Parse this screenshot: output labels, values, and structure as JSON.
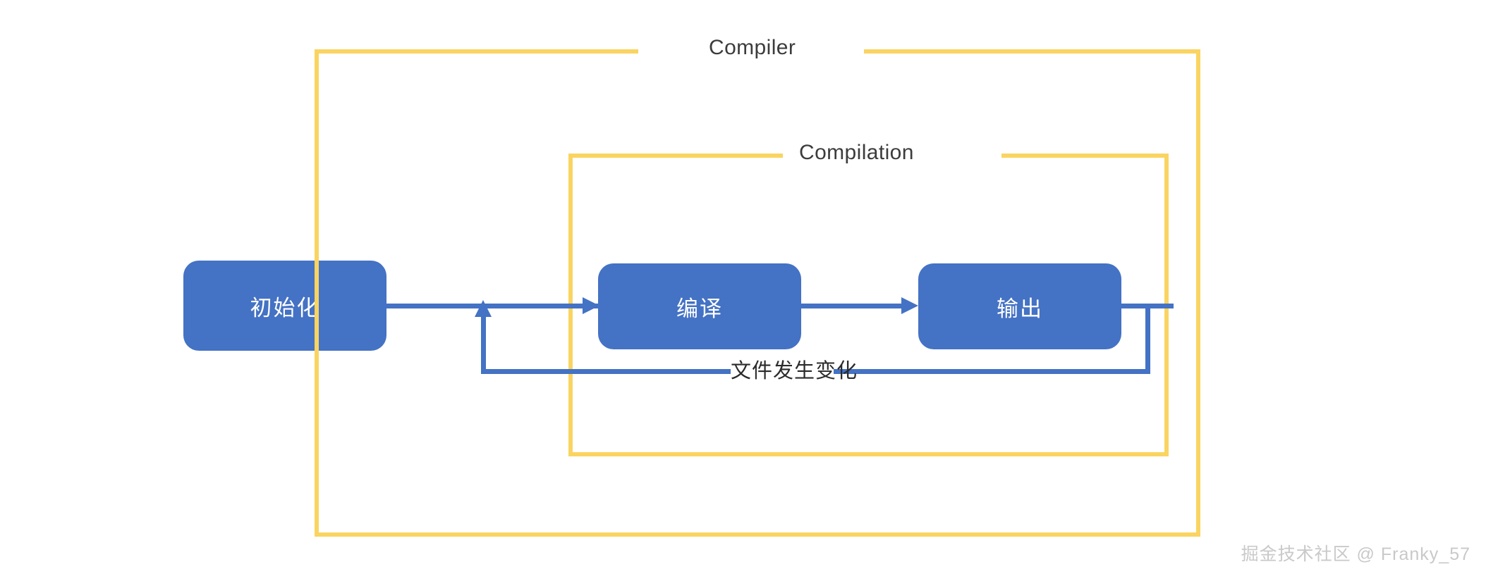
{
  "diagram": {
    "title": "Compiler",
    "groups": [
      {
        "id": "compiler",
        "label": "Compiler",
        "border_color": "#fad461"
      },
      {
        "id": "compilation",
        "label": "Compilation",
        "border_color": "#fad461"
      }
    ],
    "nodes": [
      {
        "id": "init",
        "label": "初始化",
        "fill": "#4472c4",
        "text_color": "#ffffff"
      },
      {
        "id": "compile",
        "label": "编译",
        "fill": "#4472c4",
        "text_color": "#ffffff"
      },
      {
        "id": "output",
        "label": "输出",
        "fill": "#4472c4",
        "text_color": "#ffffff"
      }
    ],
    "edges": [
      {
        "id": "init-to-compile",
        "from": "init",
        "to": "compile",
        "label": "",
        "color": "#4472c4"
      },
      {
        "id": "compile-to-output",
        "from": "compile",
        "to": "output",
        "label": "",
        "color": "#4472c4"
      },
      {
        "id": "output-to-compile-loop",
        "from": "output",
        "to": "init-to-compile",
        "label": "文件发生变化",
        "color": "#4472c4"
      }
    ],
    "loop_label": "文件发生变化"
  },
  "watermark": {
    "text": "掘金技术社区 @ Franky_57"
  },
  "colors": {
    "accent_blue": "#4472c4",
    "frame_yellow": "#fad461",
    "background": "#ffffff",
    "label_text": "#3c3c3c"
  }
}
